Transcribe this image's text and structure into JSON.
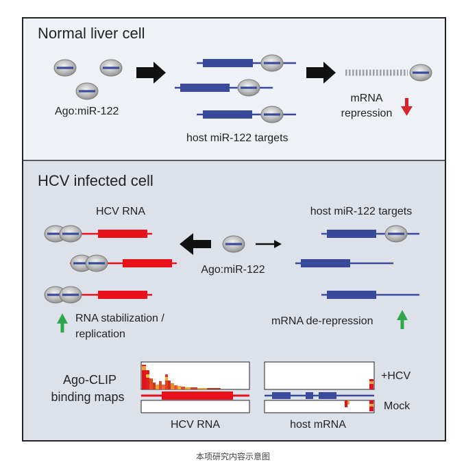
{
  "normal": {
    "title": "Normal liver cell",
    "ago_label": "Ago:miR-122",
    "targets_label": "host miR-122 targets",
    "repression_line1": "mRNA",
    "repression_line2": "repression"
  },
  "hcv": {
    "title": "HCV infected cell",
    "hcv_rna_label": "HCV RNA",
    "targets_label": "host miR-122 targets",
    "ago_label": "Ago:miR-122",
    "stab_line1": "RNA stabilization /",
    "stab_line2": "replication",
    "derepression_label": "mRNA de-repression"
  },
  "clip": {
    "title_line1": "Ago-CLIP",
    "title_line2": "binding maps",
    "hcv_label": "+HCV",
    "mock_label": "Mock",
    "left_label": "HCV RNA",
    "right_label": "host mRNA"
  },
  "caption": "本项研究内容示意图",
  "colors": {
    "rna_blue": "#3a4a9a",
    "hcv_red": "#e8101a",
    "arrow_red": "#d8232a",
    "arrow_green": "#2ea84a",
    "panel_top_bg": "#eef1f5",
    "panel_bottom_bg": "#dde2ea"
  },
  "icons": [
    "ago-protein-icon",
    "red-down-arrow-icon",
    "green-up-arrow-icon"
  ]
}
